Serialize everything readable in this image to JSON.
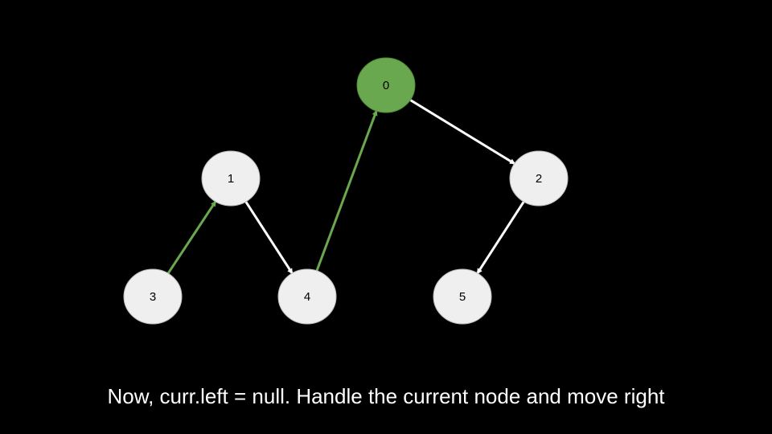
{
  "colors": {
    "background": "#000000",
    "node_fill": "#efefef",
    "node_stroke": "#bdbdbd",
    "node_text": "#000000",
    "current_fill": "#6aa84f",
    "current_stroke": "#4e8a3a",
    "edge_default": "#ffffff",
    "edge_thread": "#6aa84f",
    "caption_text": "#ffffff"
  },
  "nodes": [
    {
      "id": "n0",
      "label": "0",
      "state": "current"
    },
    {
      "id": "n1",
      "label": "1",
      "state": "normal"
    },
    {
      "id": "n2",
      "label": "2",
      "state": "normal"
    },
    {
      "id": "n3",
      "label": "3",
      "state": "normal"
    },
    {
      "id": "n4",
      "label": "4",
      "state": "normal"
    },
    {
      "id": "n5",
      "label": "5",
      "state": "normal"
    }
  ],
  "edges": [
    {
      "from": "n0",
      "to": "n2",
      "kind": "tree"
    },
    {
      "from": "n1",
      "to": "n4",
      "kind": "tree"
    },
    {
      "from": "n2",
      "to": "n5",
      "kind": "tree"
    },
    {
      "from": "n3",
      "to": "n1",
      "kind": "thread"
    },
    {
      "from": "n4",
      "to": "n0",
      "kind": "thread"
    }
  ],
  "caption": "Now, curr.left = null. Handle the current node and move right"
}
